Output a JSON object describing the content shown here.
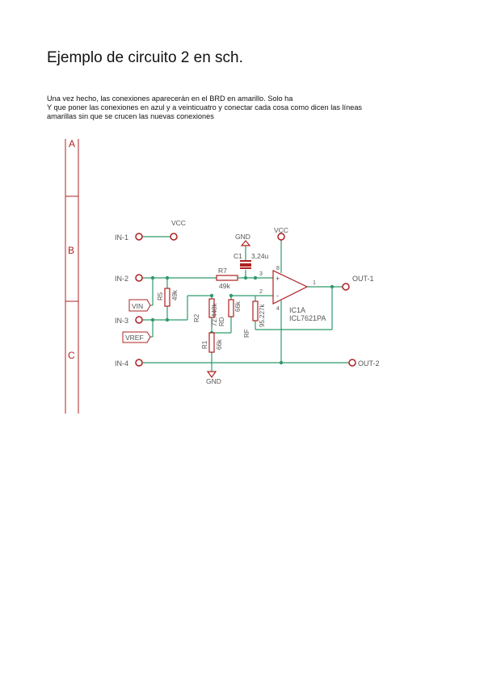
{
  "document": {
    "title": "Ejemplo de circuito 2 en sch.",
    "paragraph_lines": [
      "Una vez hecho, las conexiones aparecerán en el BRD en amarillo. Solo ha",
      "Y que poner las conexiones en azul y a veinticuatro y conectar cada cosa como dicen las líneas",
      "amarillas sin que se crucen las nuevas conexiones"
    ]
  },
  "schematic": {
    "frame_rows": [
      "A",
      "B",
      "C"
    ],
    "ports": {
      "in1": "IN-1",
      "in2": "IN-2",
      "in3": "IN-3",
      "in4": "IN-4",
      "out1": "OUT-1",
      "out2": "OUT-2"
    },
    "power": {
      "vcc_left": "VCC",
      "vcc_right": "VCC",
      "gnd_top": "GND",
      "gnd_bottom": "GND"
    },
    "flags": {
      "vin": "VIN",
      "vref": "VREF"
    },
    "components": {
      "c1_name": "C1",
      "c1_value": "3,24u",
      "r7_name": "R7",
      "r7_value": "49k",
      "r5_name": "R5",
      "r5_value": "49k",
      "r2_name": "R2",
      "r2_value": "72.448k",
      "rd_name": "RD",
      "rd_value": "66k",
      "rf_name": "RF",
      "rf_value": "95.227k",
      "r1_name": "R1",
      "r1_value": "66k",
      "opamp_name": "IC1A",
      "opamp_part": "ICL7621PA"
    },
    "pins": {
      "p1": "1",
      "p2": "2",
      "p3": "3",
      "p4": "4",
      "p8": "8",
      "plus": "+",
      "minus": "-"
    },
    "colors": {
      "wire": "#2e9a6a",
      "component": "#b02020",
      "label": "#555555"
    }
  }
}
